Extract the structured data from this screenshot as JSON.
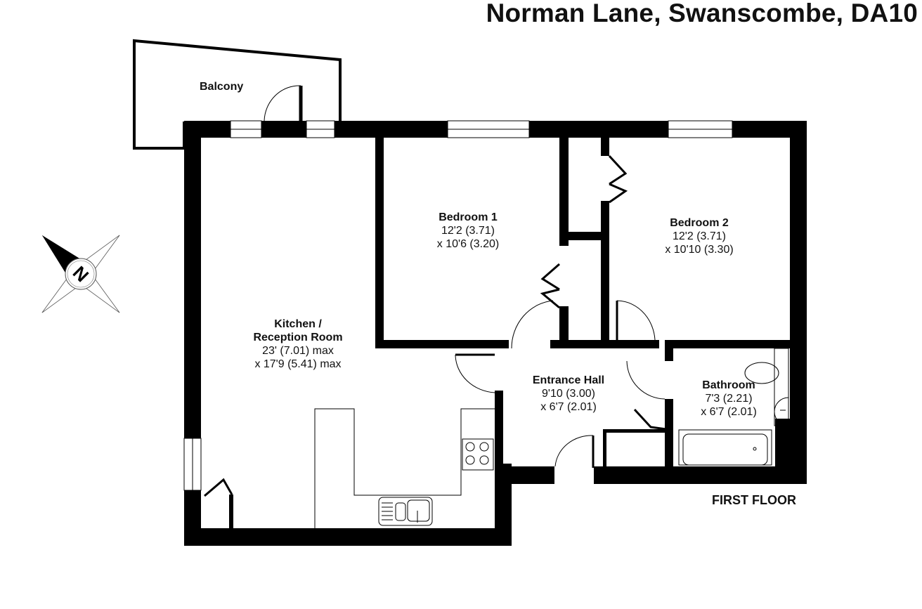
{
  "header": {
    "title": "Norman Lane, Swanscombe, DA10"
  },
  "compass": {
    "label": "N",
    "icon": "compass-icon"
  },
  "floor_label": "FIRST FLOOR",
  "rooms": {
    "balcony": {
      "name": "Balcony"
    },
    "bedroom1": {
      "name": "Bedroom 1",
      "dim1": "12'2 (3.71)",
      "dim2": "x 10'6 (3.20)"
    },
    "bedroom2": {
      "name": "Bedroom 2",
      "dim1": "12'2 (3.71)",
      "dim2": "x 10'10 (3.30)"
    },
    "kitchen": {
      "name1": "Kitchen /",
      "name2": "Reception Room",
      "dim1": "23' (7.01) max",
      "dim2": "x 17'9 (5.41) max"
    },
    "hall": {
      "name": "Entrance Hall",
      "dim1": "9'10 (3.00)",
      "dim2": "x 6'7 (2.01)"
    },
    "bathroom": {
      "name": "Bathroom",
      "dim1": "7'3 (2.21)",
      "dim2": "x 6'7 (2.01)"
    }
  },
  "colors": {
    "wall": "#000000",
    "background": "#ffffff"
  }
}
